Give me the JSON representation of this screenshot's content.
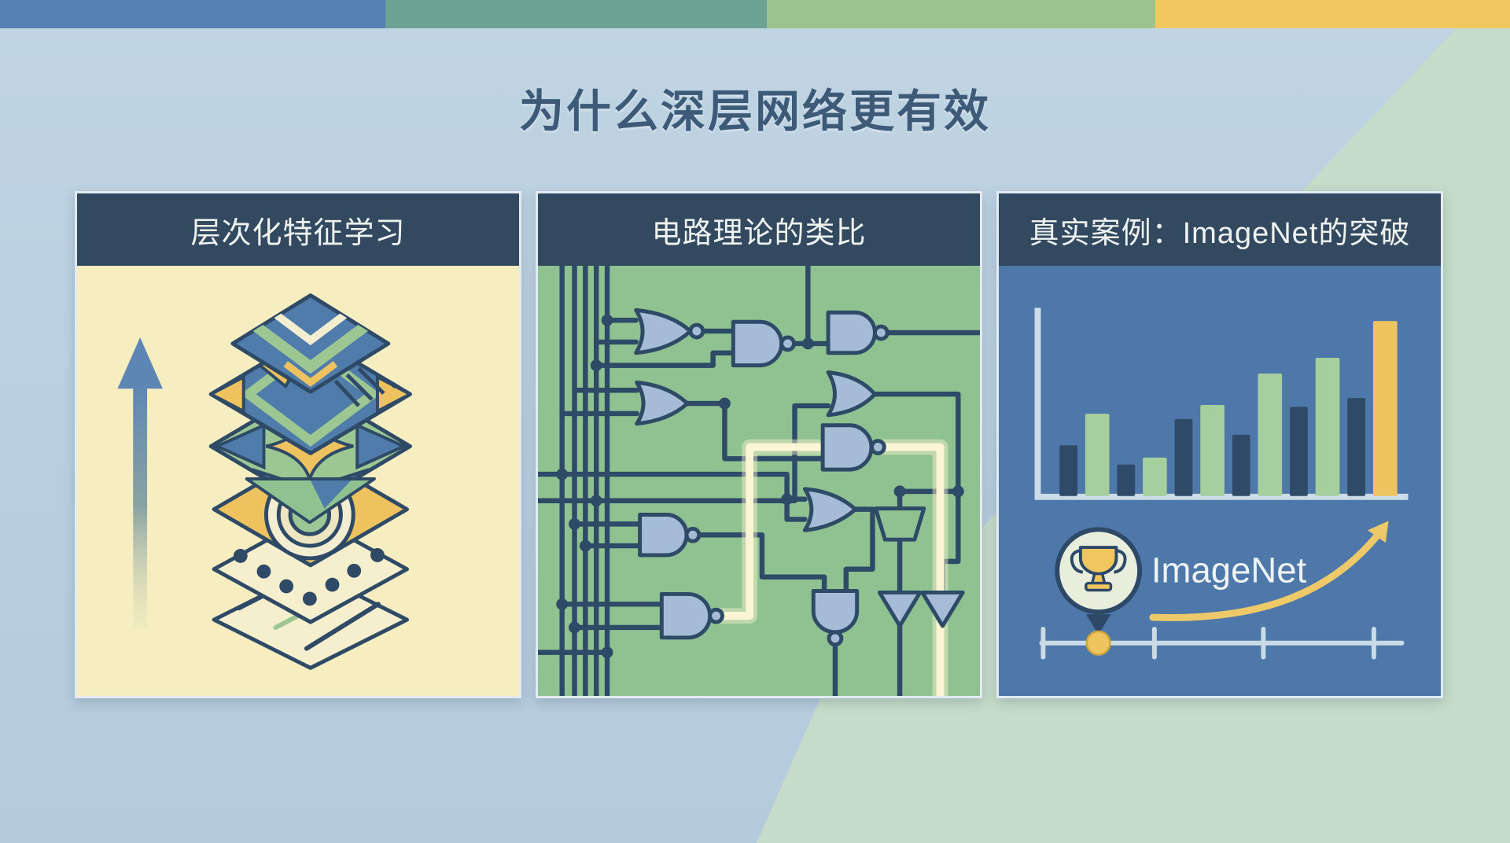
{
  "header": {
    "title": "为什么深层网络更有效"
  },
  "top_bar": {
    "segments": [
      "#5681b5",
      "#6ca395",
      "#9cc48e",
      "#f1c75f"
    ]
  },
  "panels": {
    "hierarchical": {
      "title": "层次化特征学习"
    },
    "circuit": {
      "title": "电路理论的类比"
    },
    "imagenet": {
      "title": "真实案例：ImageNet的突破",
      "badge_label": "ImageNet"
    }
  },
  "colors": {
    "page_bg": "#b9cfe0",
    "bg_accent_green": "#c6dcca",
    "panel_header_bg": "#32495f",
    "panel1_bg": "#f6eec1",
    "panel2_bg": "#8fc290",
    "panel3_bg": "#4d78a9",
    "wire_dark": "#2d4a67",
    "gate_fill": "#a6bbd6",
    "glow_wire": "#faf3cf",
    "bar_navy": "#2e4a68",
    "bar_green": "#a5cf9c",
    "bar_yellow": "#edc45f",
    "axis_light": "#d3e2ea",
    "trophy_yellow": "#f0c75e",
    "arrow_blue": "#5d86b4",
    "title_text": "#3d5b78"
  },
  "chart_data": {
    "type": "bar",
    "title": "",
    "xlabel": "",
    "ylabel": "",
    "categories": [
      "",
      "",
      "",
      "",
      "",
      "",
      "",
      "",
      "",
      "",
      "",
      ""
    ],
    "values": [
      29,
      47,
      18,
      22,
      44,
      52,
      35,
      70,
      51,
      79,
      56,
      100
    ],
    "bar_colors": [
      "#2e4a68",
      "#a5cf9c",
      "#2e4a68",
      "#a5cf9c",
      "#2e4a68",
      "#a5cf9c",
      "#2e4a68",
      "#a5cf9c",
      "#2e4a68",
      "#a5cf9c",
      "#2e4a68",
      "#edc45f"
    ],
    "ylim": [
      0,
      100
    ],
    "grid": false,
    "legend": false,
    "note": "Unlabeled decorative bar chart; alternating navy/green bars rising overall, final yellow bar is the tallest (ImageNet breakthrough highlight)."
  }
}
